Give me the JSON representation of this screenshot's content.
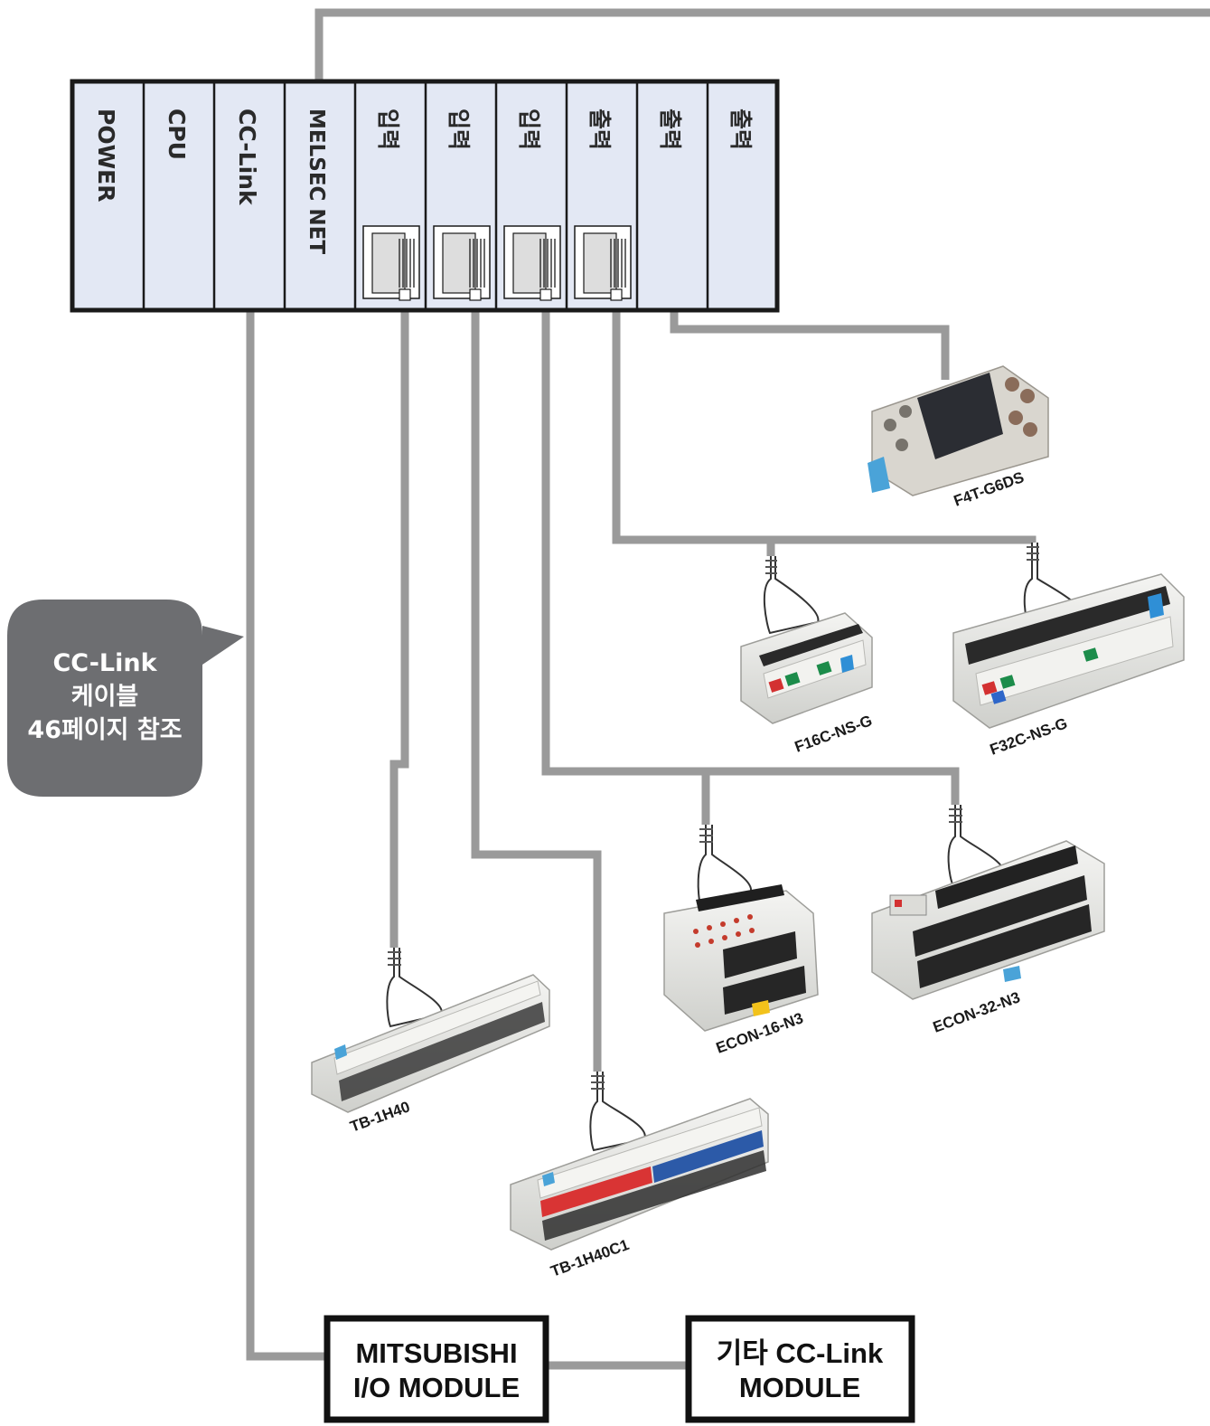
{
  "plc": {
    "slots": [
      "POWER",
      "CPU",
      "CC-Link",
      "MELSEC NET",
      "입력",
      "입력",
      "입력",
      "출력",
      "출력",
      "출력"
    ]
  },
  "products": {
    "f4t": "F4T-G6DS",
    "f16c": "F16C-NS-G",
    "f32c": "F32C-NS-G",
    "econ16": "ECON-16-N3",
    "econ32": "ECON-32-N3",
    "tb1h40": "TB-1H40",
    "tb1h40c1": "TB-1H40C1"
  },
  "callout": {
    "line1": "CC-Link",
    "line2": "케이블",
    "line3": "46페이지 참조"
  },
  "modules": {
    "mitsubishi": {
      "line1": "MITSUBISHI",
      "line2": "I/O MODULE"
    },
    "other": {
      "line1": "기타 CC-Link",
      "line2": "MODULE"
    }
  },
  "colors": {
    "slot_fill": "#e3e8f4",
    "cable": "#9a9a9a",
    "callout": "#6d6e71"
  }
}
